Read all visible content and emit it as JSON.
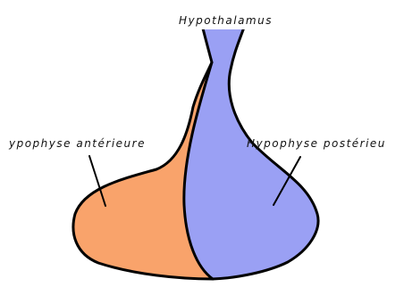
{
  "labels": {
    "hypothalamus": "Hypothalamus",
    "anterior_pituitary": "ypophyse antérieure",
    "posterior_pituitary": "Hypophyse postérieu"
  },
  "colors": {
    "anterior_lobe": "#F9A36B",
    "posterior_lobe": "#9AA0F4",
    "outline": "#000000",
    "background": "#FFFFFF"
  }
}
